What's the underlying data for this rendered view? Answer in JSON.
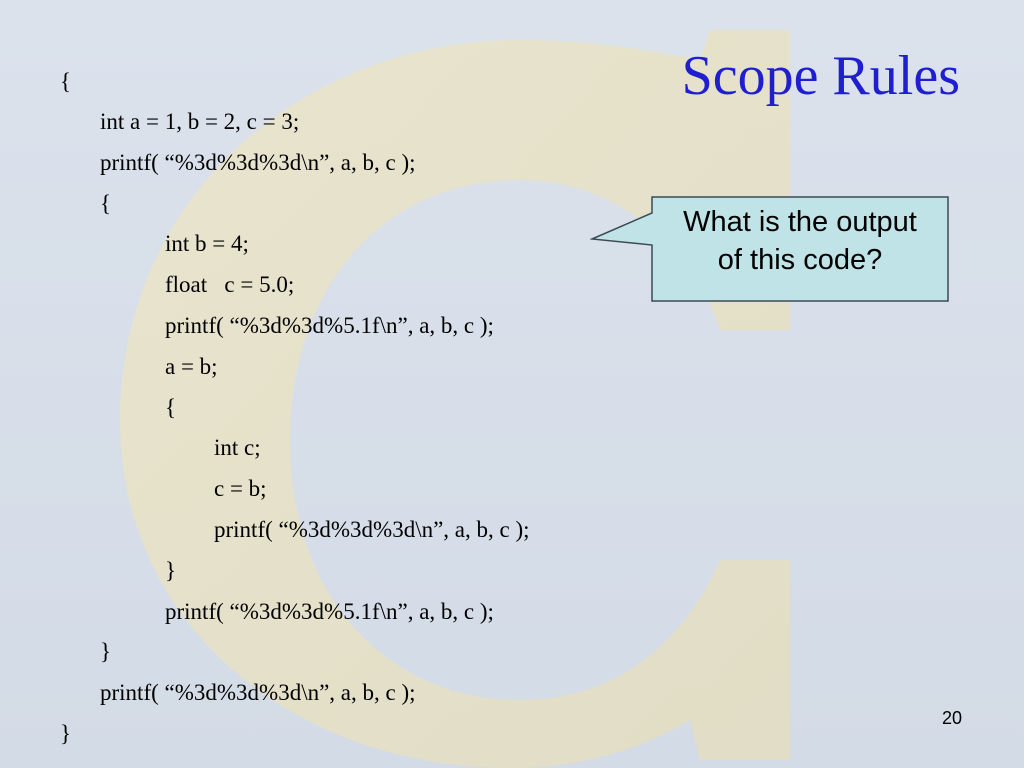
{
  "slide": {
    "title": "Scope Rules",
    "code_lines": [
      {
        "text": "{",
        "indent": 0
      },
      {
        "text": "int a = 1, b = 2, c = 3;",
        "indent": 1
      },
      {
        "text": "printf( “%3d%3d%3d\\n”, a, b, c );",
        "indent": 1
      },
      {
        "text": "{",
        "indent": 1
      },
      {
        "text": "int b = 4;",
        "indent": 2
      },
      {
        "text": "float   c = 5.0;",
        "indent": 2
      },
      {
        "text": "printf( “%3d%3d%5.1f\\n”, a, b, c );",
        "indent": 2
      },
      {
        "text": "a = b;",
        "indent": 2
      },
      {
        "text": "{",
        "indent": 2
      },
      {
        "text": "int c;",
        "indent": 3
      },
      {
        "text": "c = b;",
        "indent": 3
      },
      {
        "text": "printf( “%3d%3d%3d\\n”, a, b, c );",
        "indent": 3
      },
      {
        "text": "}",
        "indent": 2
      },
      {
        "text": "printf( “%3d%3d%5.1f\\n”, a, b, c );",
        "indent": 2
      },
      {
        "text": "}",
        "indent": 1
      },
      {
        "text": "printf( “%3d%3d%3d\\n”, a, b, c );",
        "indent": 1
      },
      {
        "text": "}",
        "indent": 0
      }
    ],
    "callout": {
      "line1": "What is the output",
      "line2": "of this code?"
    },
    "page_number": "20",
    "colors": {
      "title": "#1f1fcf",
      "background": "#d5dde8",
      "callout_fill": "#bfe3e6",
      "watermark": "#e9e3c6"
    },
    "watermark_icon": "letter-c-watermark"
  }
}
